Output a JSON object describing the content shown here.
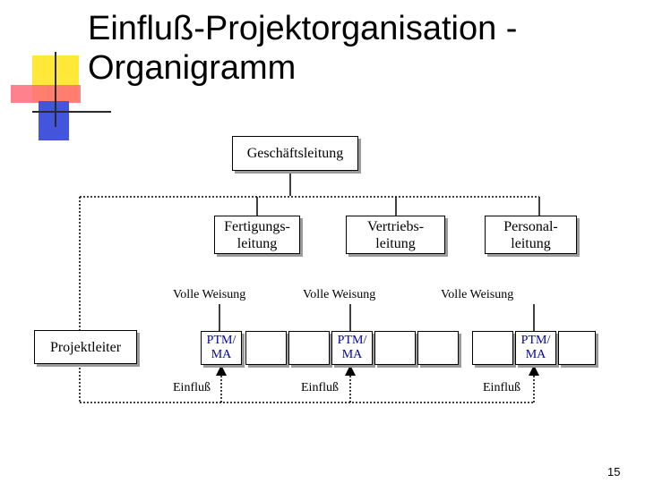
{
  "title": {
    "line1": "Einfluß-Projektorganisation -",
    "line2": "Organigramm"
  },
  "boxes": {
    "geschaeftsleitung": "Geschäftsleitung",
    "fertigung_l1": "Fertigungs-",
    "fertigung_l2": "leitung",
    "vertrieb_l1": "Vertriebs-",
    "vertrieb_l2": "leitung",
    "personal_l1": "Personal-",
    "personal_l2": "leitung",
    "projektleiter": "Projektleiter",
    "ptm_l1": "PTM/",
    "ptm_l2": "MA"
  },
  "labels": {
    "volle_weisung": "Volle Weisung",
    "einfluss": "Einfluß"
  },
  "page_number": "15"
}
